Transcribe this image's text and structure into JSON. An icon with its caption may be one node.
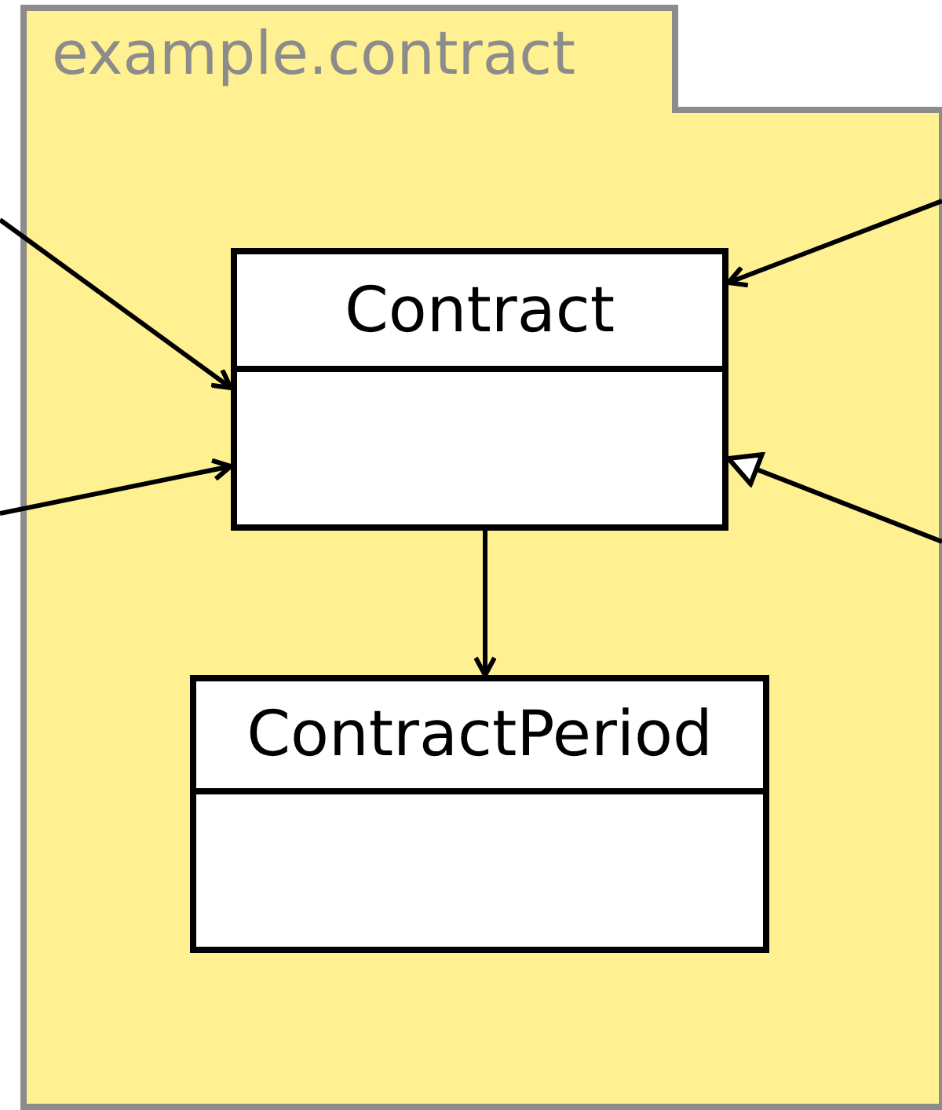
{
  "diagram": {
    "nodes": [
      {
        "text": [
          "example.contract"
        ]
      },
      {
        "text": [
          "Contract"
        ],
        "in": 0
      },
      {
        "text": [
          "ContractPeriod"
        ],
        "in": 0
      }
    ],
    "edges": [
      {
        "from": null,
        "to": 1,
        "arrow": "to"
      },
      {
        "from": null,
        "to": 1,
        "arrow": "to"
      },
      {
        "from": null,
        "to": 1,
        "arrow": "to"
      },
      {
        "from": null,
        "to": 1,
        "arrow": "to"
      },
      {
        "from": 1,
        "to": 2,
        "arrow": "to"
      }
    ]
  }
}
